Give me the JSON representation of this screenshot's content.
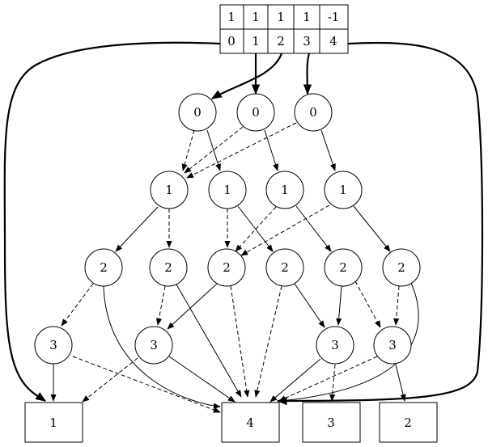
{
  "table": {
    "top_row": [
      "1",
      "1",
      "1",
      "1",
      "-1"
    ],
    "bottom_row": [
      "0",
      "1",
      "2",
      "3",
      "4"
    ]
  },
  "nodes": {
    "r0a": "0",
    "r0b": "0",
    "r0c": "0",
    "r1a": "1",
    "r1b": "1",
    "r1c": "1",
    "r1d": "1",
    "r2a": "2",
    "r2b": "2",
    "r2c": "2",
    "r2d": "2",
    "r2e": "2",
    "r2f": "2",
    "r3a": "3",
    "r3b": "3",
    "r3c": "3",
    "r3d": "3"
  },
  "terminals": {
    "t1": "1",
    "t4": "4",
    "t3": "3",
    "t2": "2"
  }
}
